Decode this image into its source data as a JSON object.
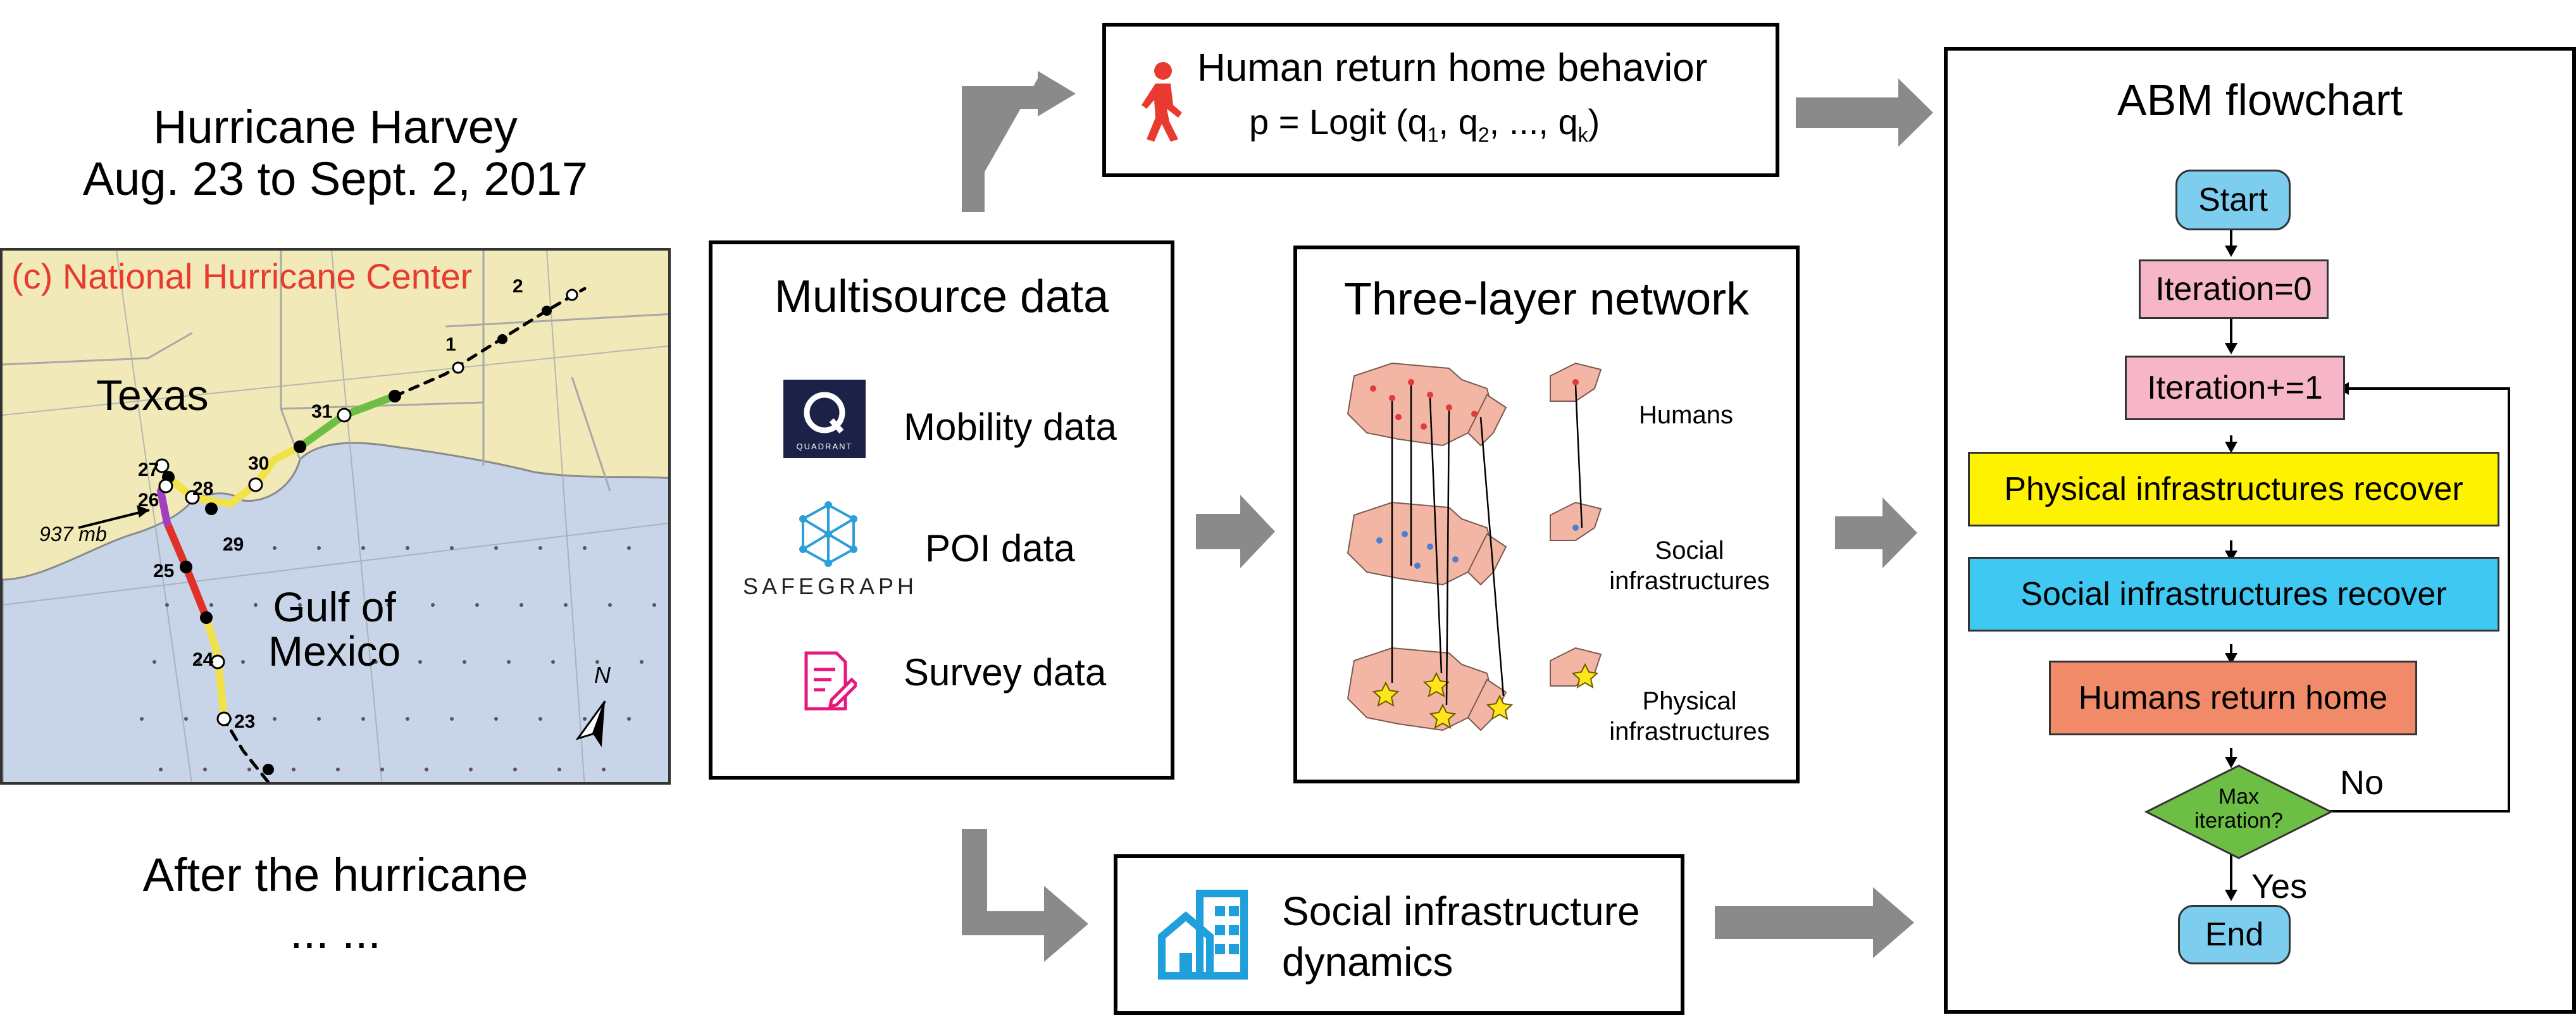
{
  "header": {
    "title_line1": "Hurricane Harvey",
    "title_line2": "Aug. 23 to Sept. 2, 2017"
  },
  "map": {
    "credit": "(c) National Hurricane Center",
    "texas_label": "Texas",
    "gulf_label_line1": "Gulf of",
    "gulf_label_line2": "Mexico",
    "pressure_label": "937 mb",
    "north_label": "N",
    "track_labels": [
      "2",
      "1",
      "31",
      "30",
      "27",
      "26",
      "28",
      "29",
      "25",
      "24",
      "23"
    ],
    "colors": {
      "land": "#f2e9b8",
      "water": "#c8d5e8"
    }
  },
  "after": {
    "line1": "After the hurricane",
    "line2": "... ..."
  },
  "multisource": {
    "title": "Multisource data",
    "items": [
      {
        "label": "Mobility data",
        "icon": "quadrant-logo-icon",
        "logo_text": "QUADRANT"
      },
      {
        "label": "POI data",
        "icon": "safegraph-logo-icon",
        "logo_text": "SAFEGRAPH"
      },
      {
        "label": "Survey data",
        "icon": "survey-document-icon"
      }
    ]
  },
  "human_behavior": {
    "title": "Human return home behavior",
    "formula_prefix": "p = Logit (q",
    "sub1": "1",
    "sep1": ", q",
    "sub2": "2",
    "sep2": ", ..., q",
    "subk": "k",
    "formula_suffix": ")"
  },
  "network": {
    "title": "Three-layer network",
    "layer1": "Humans",
    "layer2_line1": "Social",
    "layer2_line2": "infrastructures",
    "layer3_line1": "Physical",
    "layer3_line2": "infrastructures"
  },
  "social_dynamics": {
    "line1": "Social infrastructure",
    "line2": "dynamics"
  },
  "flowchart": {
    "title": "ABM flowchart",
    "start": "Start",
    "iter0": "Iteration=0",
    "iter_inc": "Iteration+=1",
    "physical": "Physical infrastructures recover",
    "social": "Social infrastructures recover",
    "humans": "Humans return home",
    "decision_line1": "Max",
    "decision_line2": "iteration?",
    "no": "No",
    "yes": "Yes",
    "end": "End",
    "colors": {
      "terminal": "#7ccdee",
      "iteration": "#f6b6c8",
      "physical": "#fff200",
      "social": "#3ec8f2",
      "humans": "#f08a68",
      "decision": "#6cbe45",
      "arrow_gray": "#8a8a8a"
    }
  }
}
